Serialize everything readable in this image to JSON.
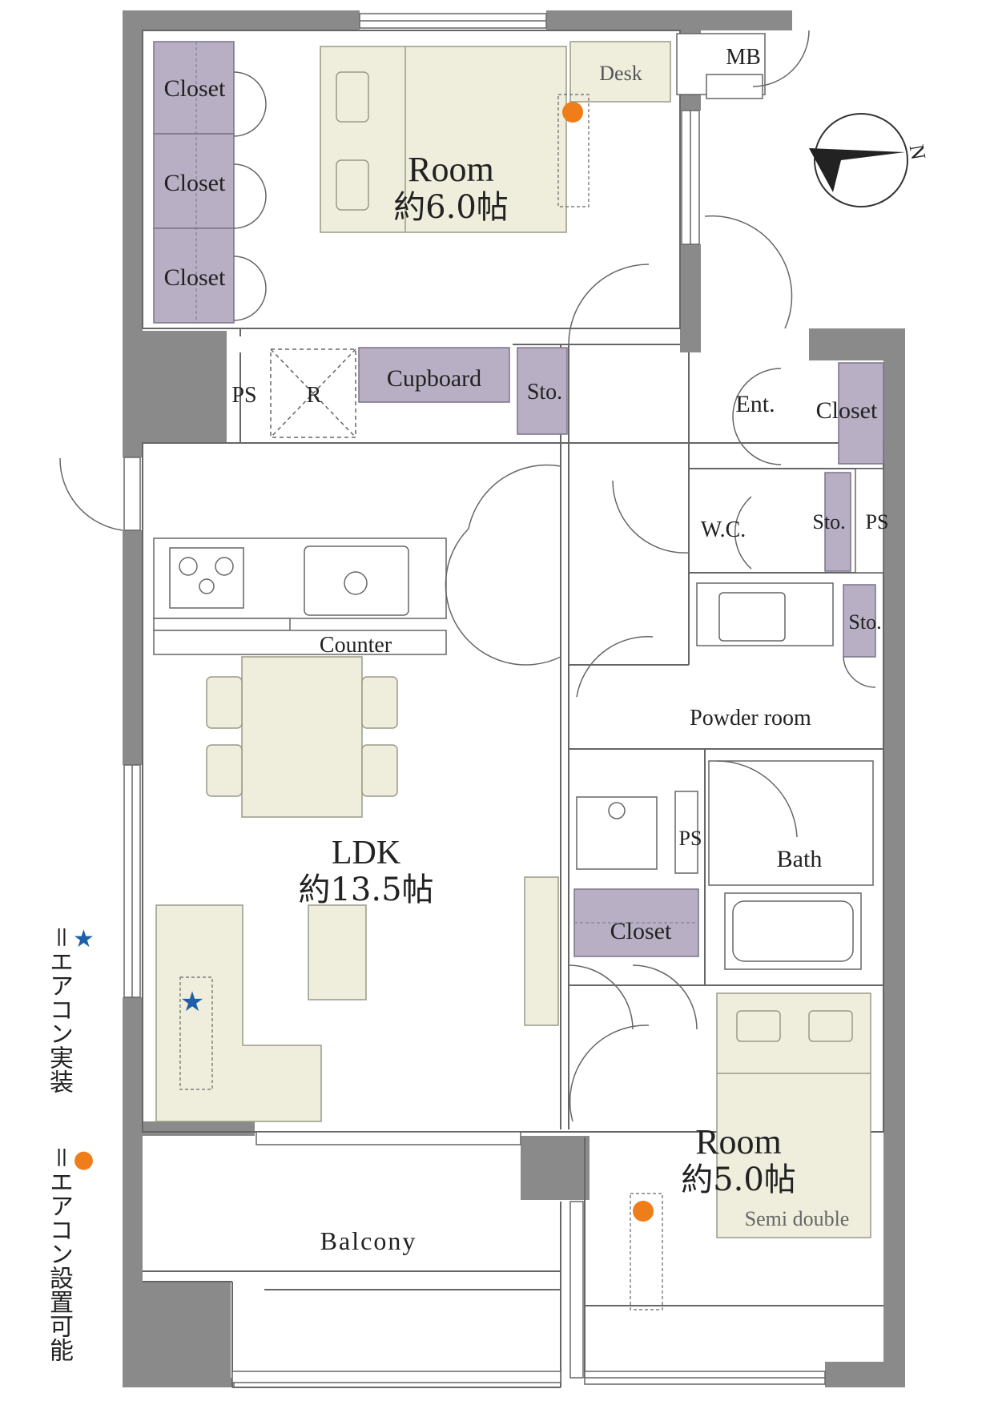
{
  "rooms": {
    "room1_name": "Room",
    "room1_size": "約6.0帖",
    "ldk_name": "LDK",
    "ldk_size": "約13.5帖",
    "room2_name": "Room",
    "room2_size": "約5.0帖"
  },
  "labels": {
    "closet": "Closet",
    "desk": "Desk",
    "mb": "MB",
    "ps": "PS",
    "r": "R",
    "cupboard": "Cupboard",
    "sto": "Sto.",
    "ent": "Ent.",
    "wc": "W.C.",
    "counter": "Counter",
    "powder_room": "Powder room",
    "bath": "Bath",
    "balcony": "Balcony",
    "semi_double": "Semi double",
    "compass_n": "N"
  },
  "legend": {
    "star_text": "＝エアコン実装",
    "dot_text": "＝エアコン設置可能",
    "star_color": "#1f5fa8",
    "dot_color": "#ef7d1a"
  },
  "colors": {
    "wall": "#8a8a8a",
    "storage": "#b8afc4",
    "furniture": "#efeedc",
    "line": "#666666"
  }
}
